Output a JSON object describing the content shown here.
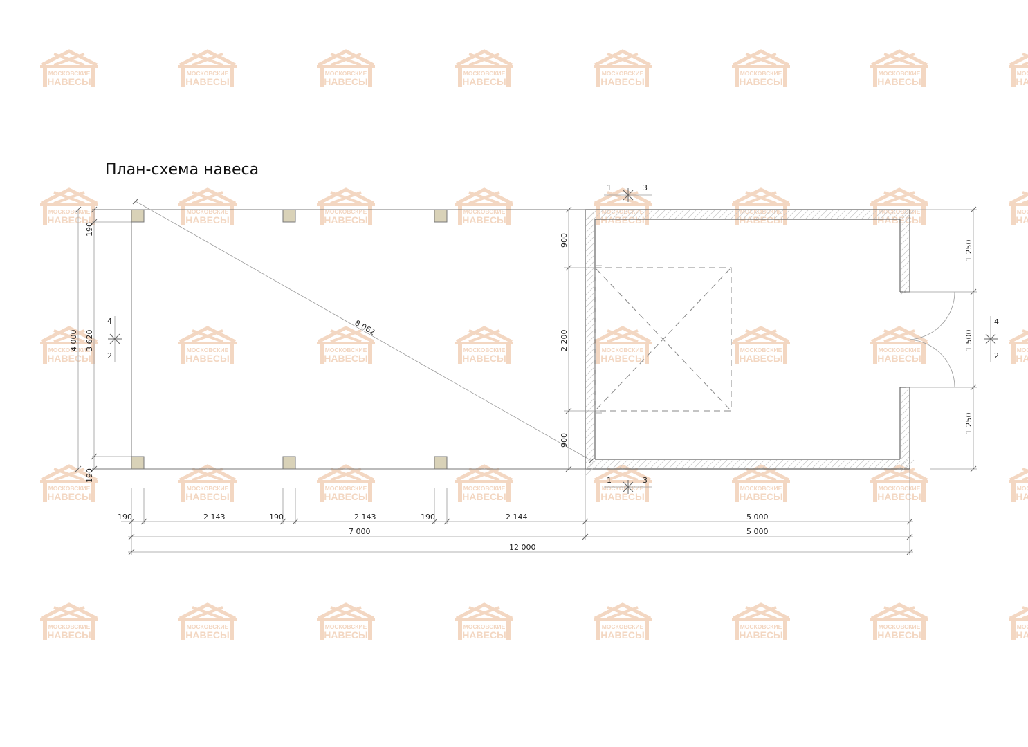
{
  "title": "План-схема навеса",
  "watermark": {
    "line1": "МОСКОВСКИЕ",
    "line2": "НАВЕСЫ",
    "color": "#f3d7c2"
  },
  "diagonal": "8 062",
  "left_dims": {
    "top": "190",
    "overall": "4 000",
    "inner": "3 620",
    "bottom": "190"
  },
  "middle_dims": {
    "top": "900",
    "center": "2 200",
    "bottom": "900"
  },
  "right_dims": {
    "top": "1 250",
    "center": "1 500",
    "bottom": "1 250"
  },
  "row1": [
    "190",
    "2 143",
    "190",
    "2 143",
    "190",
    "2 144",
    "5 000"
  ],
  "row2": [
    "7 000",
    "5 000"
  ],
  "row3": "12 000",
  "section_marks": {
    "left": {
      "top": "4",
      "bottom": "2"
    },
    "right": {
      "top": "4",
      "bottom": "2"
    },
    "upper": {
      "left": "1",
      "right": "3"
    },
    "lower": {
      "left": "1",
      "right": "3"
    }
  }
}
